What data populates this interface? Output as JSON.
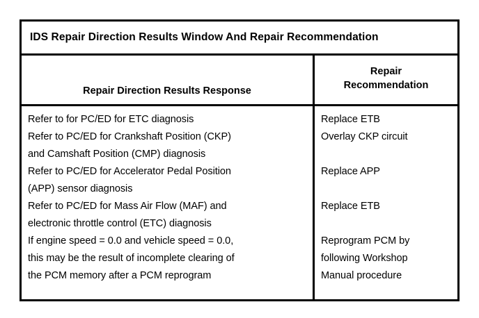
{
  "document": {
    "title": "IDS Repair Direction Results Window And Repair Recommendation",
    "type": "table"
  },
  "table": {
    "headers": {
      "left": "Repair Direction Results Response",
      "right_line1": "Repair",
      "right_line2": "Recommendation"
    },
    "left_column_lines": [
      "Refer to for PC/ED for ETC diagnosis",
      "Refer to PC/ED for Crankshaft Position (CKP)",
      "and Camshaft Position (CMP) diagnosis",
      "Refer to PC/ED for Accelerator Pedal Position",
      "(APP) sensor diagnosis",
      "Refer to PC/ED for Mass Air Flow (MAF) and",
      "electronic throttle control (ETC) diagnosis",
      "If engine speed = 0.0 and vehicle speed = 0.0,",
      "this may be the result of incomplete clearing of",
      "the PCM memory after a PCM reprogram"
    ],
    "right_column_lines": [
      "Replace ETB",
      "Overlay CKP circuit",
      "",
      "Replace APP",
      "",
      "Replace ETB",
      "",
      "Reprogram PCM by",
      "following Workshop",
      "Manual procedure"
    ],
    "entries": [
      {
        "response": "Refer to for PC/ED for ETC diagnosis",
        "recommendation": "Replace ETB"
      },
      {
        "response": "Refer to PC/ED for Crankshaft Position (CKP) and Camshaft Position (CMP) diagnosis",
        "recommendation": "Overlay CKP circuit"
      },
      {
        "response": "Refer to PC/ED for Accelerator Pedal Position (APP) sensor diagnosis",
        "recommendation": "Replace APP"
      },
      {
        "response": "Refer to PC/ED for Mass Air Flow (MAF) and electronic throttle control (ETC) diagnosis",
        "recommendation": "Replace ETB"
      },
      {
        "response": "If engine speed = 0.0 and vehicle speed = 0.0, this may be the result of incomplete clearing of the PCM memory after a PCM reprogram",
        "recommendation": "Reprogram PCM by following Workshop Manual procedure"
      }
    ]
  },
  "colors": {
    "border": "#000000",
    "text": "#000000",
    "background": "#ffffff"
  }
}
